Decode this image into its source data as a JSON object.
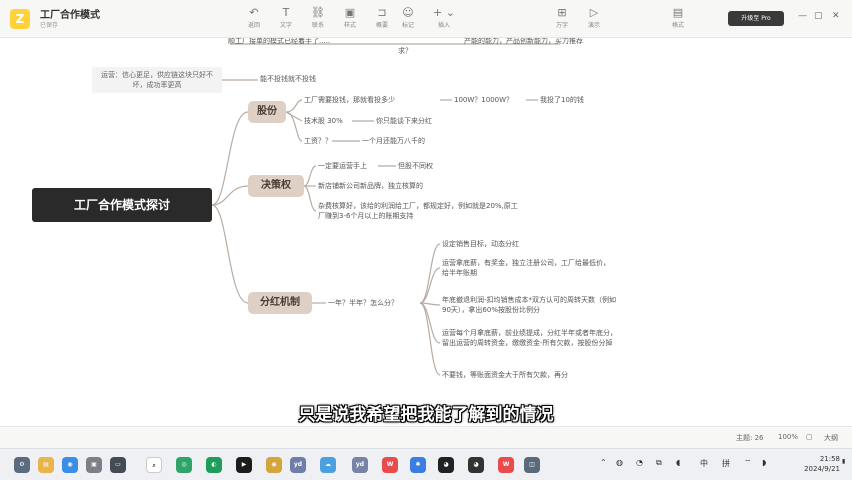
{
  "app": {
    "title": "工厂合作模式",
    "subtitle": "已保存",
    "logo": "Z",
    "upgrade_label": "升级至 Pro"
  },
  "toolbar": {
    "left_items": [
      "返回",
      "文字",
      "样式",
      "联系",
      "概要",
      "标记",
      "插入"
    ],
    "right_items": [
      "万字",
      "演示",
      "格式"
    ]
  },
  "mindmap": {
    "root": "工厂合作模式探讨",
    "top_note": "运营：信心更足，供应链这块只好不坏，成功率更高",
    "top_clipped": "顺工厂接单的模式已经着手了.....",
    "top_clipped2": "求？",
    "top_clipped3": "产能的能力，产品创新能力，买力推荐",
    "top_child": "能不投钱就不投钱",
    "branches": [
      {
        "label": "股份",
        "children": [
          {
            "text": "工厂需要投钱，那就看投多少",
            "sub": "100W？1000W？",
            "sub2": "我投了10的钱"
          },
          {
            "text": "技术股 30%",
            "sub": "你只能谈下来分红"
          },
          {
            "text": "工资？？",
            "sub": "一个月还能万八千的"
          }
        ]
      },
      {
        "label": "决策权",
        "children": [
          {
            "text": "一定要运营手上",
            "sub": "但股不同权"
          },
          {
            "text": "新店铺新公司新品牌，独立核算的"
          },
          {
            "text": "杂费核算好，该给的利润给工厂，都规定好，例如就是20%,原工厂赚到3-6个月以上的账期支持"
          }
        ]
      },
      {
        "label": "分红机制",
        "mid": "一年？半年？怎么分？",
        "children": [
          {
            "text": "设定销售目标，动态分红"
          },
          {
            "text": "运营拿底薪，有奖金，独立注册公司，工厂给最低价，给半年账期"
          },
          {
            "text": "年底撤退利润-扣均销售成本*双方认可的周转天数（例如90天），拿出60%按股份比例分"
          },
          {
            "text": "运营每个月拿底薪，前业绩提成，分红半年或者年底分，留出运营的周转资金，缴缴资金-所有欠款，按股份分掉"
          },
          {
            "text": "不要钱，等账面资金大于所有欠款，再分"
          }
        ]
      }
    ]
  },
  "caption": "只是说我希望把我能了解到的情况",
  "status": {
    "topic_label": "主题: 26",
    "zoom": "100%",
    "view_mode": "大纲"
  },
  "taskbar": {
    "apps": [
      "设置",
      "资源管理器",
      "浏览器",
      "搜索",
      "浏览器2",
      "视频",
      "应用",
      "YD",
      "WPS",
      "文档",
      "QQ",
      "文件",
      "微信",
      "W",
      "录屏"
    ],
    "ime": "中",
    "ime2": "拼",
    "time": "21:58",
    "date": "2024/9/21"
  }
}
